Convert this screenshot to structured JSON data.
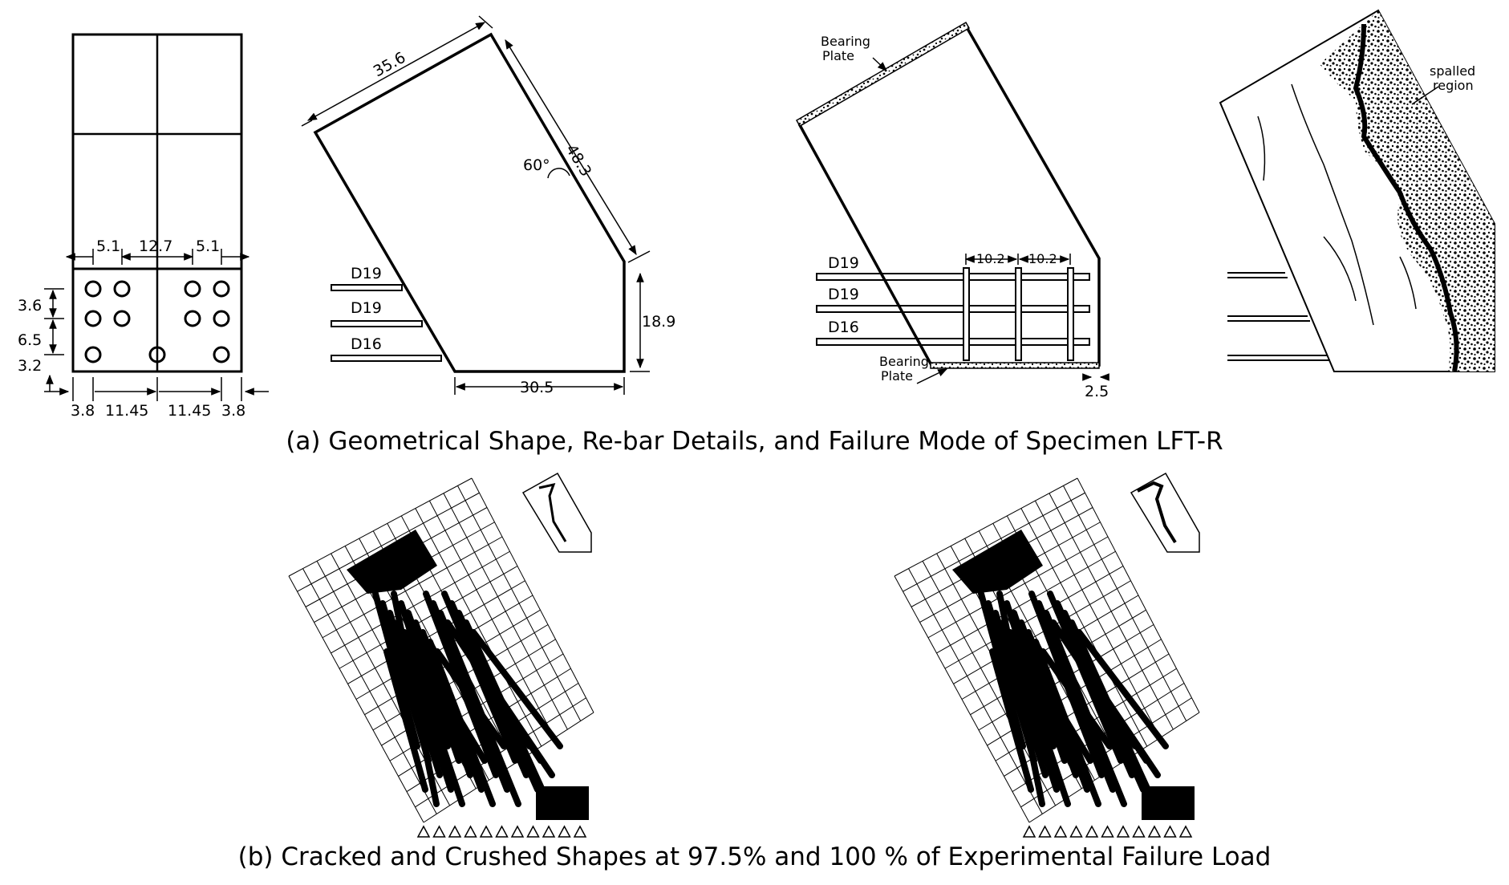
{
  "captions": {
    "a": "(a) Geometrical Shape, Re-bar Details, and Failure Mode of Specimen LFT-R",
    "b": "(b) Cracked and Crushed Shapes at 97.5% and 100 % of Experimental Failure Load"
  },
  "section_view": {
    "top_dims": [
      "5.1",
      "12.7",
      "5.1"
    ],
    "side_dims": [
      "3.6",
      "6.5",
      "3.2"
    ],
    "bottom_dims": [
      "3.8",
      "11.45",
      "11.45",
      "3.8"
    ]
  },
  "geometry_view": {
    "top_width": "35.6",
    "slope_length": "48.3",
    "angle": "60°",
    "right_height": "18.9",
    "bottom_width": "30.5",
    "bars": [
      "D19",
      "D19",
      "D16"
    ]
  },
  "rebar_view": {
    "bearing_top": [
      "Bearing",
      "Plate"
    ],
    "bearing_bottom": [
      "Bearing",
      "Plate"
    ],
    "stirrup_spacing": [
      "10.2",
      "10.2"
    ],
    "bars": [
      "D19",
      "D19",
      "D16"
    ],
    "plate_dim": "2.5"
  },
  "failure_view": {
    "label": [
      "spalled",
      "region"
    ]
  }
}
